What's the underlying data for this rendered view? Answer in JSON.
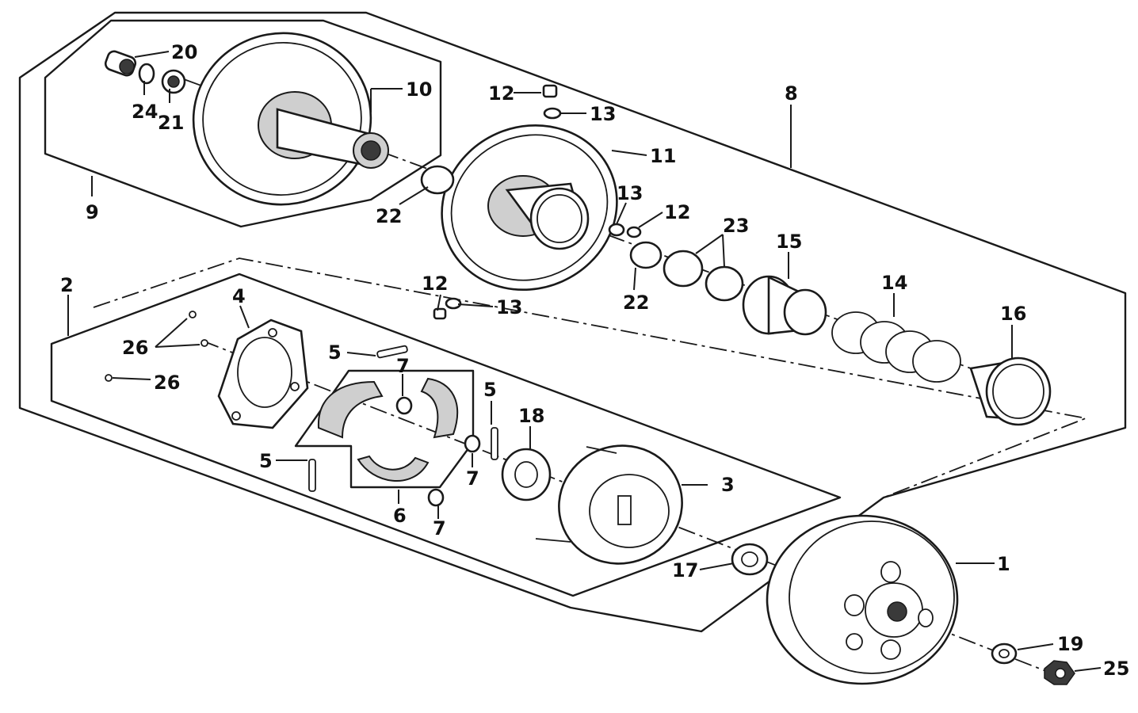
{
  "diagram": {
    "callouts": [
      {
        "id": "c20",
        "text": "20"
      },
      {
        "id": "c24",
        "text": "24"
      },
      {
        "id": "c21",
        "text": "21"
      },
      {
        "id": "c10",
        "text": "10"
      },
      {
        "id": "c9",
        "text": "9"
      },
      {
        "id": "c12a",
        "text": "12"
      },
      {
        "id": "c13a",
        "text": "13"
      },
      {
        "id": "c8",
        "text": "8"
      },
      {
        "id": "c11",
        "text": "11"
      },
      {
        "id": "c22a",
        "text": "22"
      },
      {
        "id": "c13b",
        "text": "13"
      },
      {
        "id": "c12b",
        "text": "12"
      },
      {
        "id": "c23",
        "text": "23"
      },
      {
        "id": "c22b",
        "text": "22"
      },
      {
        "id": "c15",
        "text": "15"
      },
      {
        "id": "c14",
        "text": "14"
      },
      {
        "id": "c16",
        "text": "16"
      },
      {
        "id": "c2",
        "text": "2"
      },
      {
        "id": "c4",
        "text": "4"
      },
      {
        "id": "c12c",
        "text": "12"
      },
      {
        "id": "c13c",
        "text": "13"
      },
      {
        "id": "c26a",
        "text": "26"
      },
      {
        "id": "c26b",
        "text": "26"
      },
      {
        "id": "c5a",
        "text": "5"
      },
      {
        "id": "c7a",
        "text": "7"
      },
      {
        "id": "c5b",
        "text": "5"
      },
      {
        "id": "c18",
        "text": "18"
      },
      {
        "id": "c5c",
        "text": "5"
      },
      {
        "id": "c7b",
        "text": "7"
      },
      {
        "id": "c3",
        "text": "3"
      },
      {
        "id": "c6",
        "text": "6"
      },
      {
        "id": "c7c",
        "text": "7"
      },
      {
        "id": "c17",
        "text": "17"
      },
      {
        "id": "c1",
        "text": "1"
      },
      {
        "id": "c19",
        "text": "19"
      },
      {
        "id": "c25",
        "text": "25"
      }
    ]
  }
}
